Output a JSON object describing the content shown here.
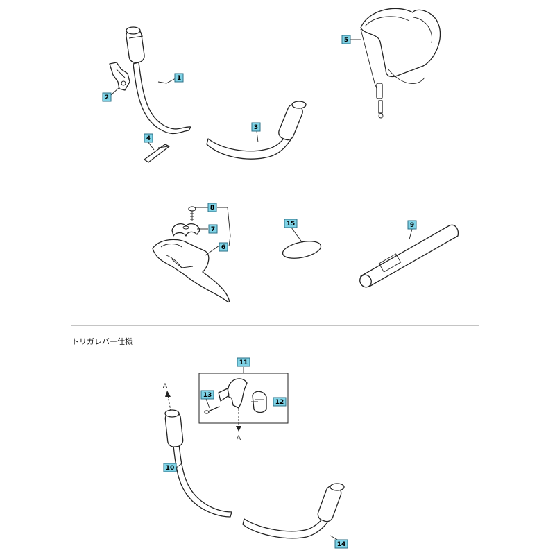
{
  "section_title": "トリガレバー仕様",
  "arrow_label": "A",
  "callouts": [
    "1",
    "2",
    "3",
    "4",
    "5",
    "6",
    "7",
    "8",
    "9",
    "10",
    "11",
    "12",
    "13",
    "14",
    "15"
  ],
  "colors": {
    "callout_fill": "#7fd3e6",
    "callout_border": "#2b6f86",
    "line": "#222222",
    "divider": "#888888"
  }
}
